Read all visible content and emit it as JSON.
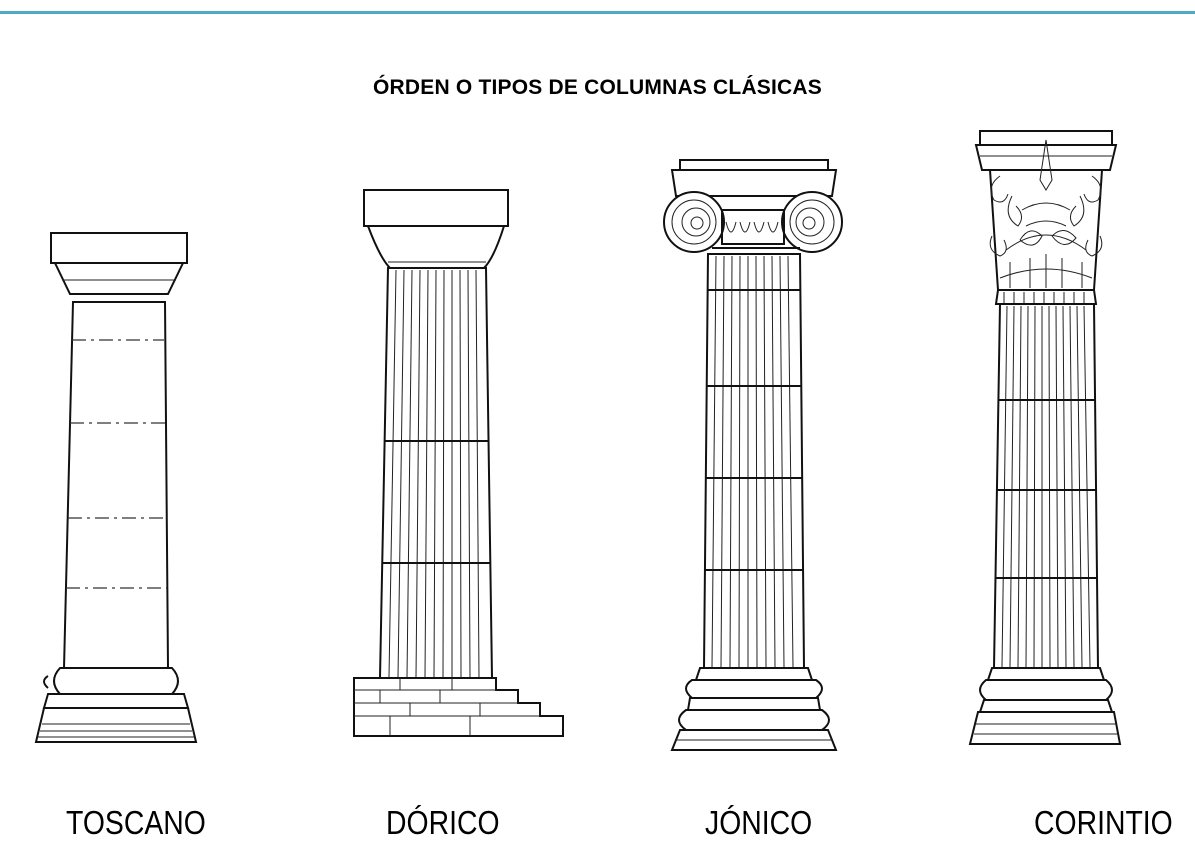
{
  "title": "ÓRDEN O TIPOS DE COLUMNAS CLÁSICAS",
  "columns": [
    {
      "label": "TOSCANO"
    },
    {
      "label": "DÓRICO"
    },
    {
      "label": "JÓNICO"
    },
    {
      "label": "CORINTIO"
    }
  ],
  "colors": {
    "accent_rule": "#4bacc6",
    "ink": "#111111"
  }
}
